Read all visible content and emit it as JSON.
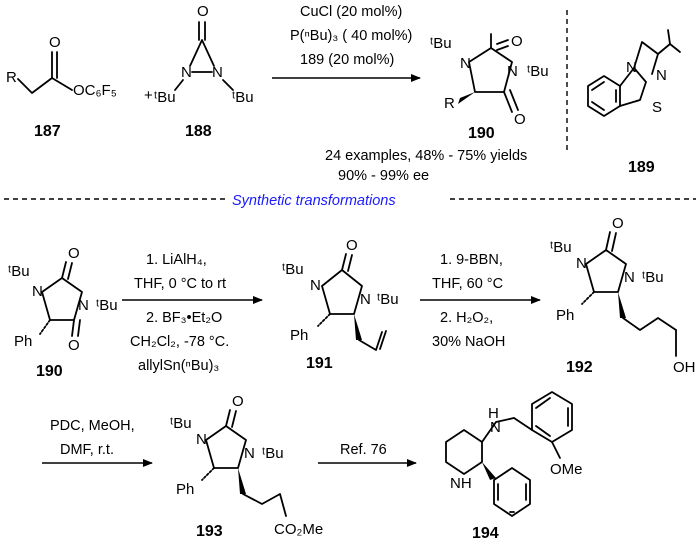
{
  "compounds": {
    "c187": {
      "label": "187",
      "r": "R",
      "ester": "OC₆F₅",
      "o": "O"
    },
    "c188": {
      "label": "188",
      "o": "O",
      "n1": "N",
      "n2": "N",
      "tbu": "ᵗBu"
    },
    "c190_top": {
      "label": "190",
      "r": "R",
      "n1": "N",
      "n2": "N",
      "tbu": "ᵗBu",
      "o": "O"
    },
    "c189": {
      "label": "189",
      "n": "N",
      "s": "S"
    },
    "c190_left": {
      "label": "190",
      "ph": "Ph",
      "n": "N",
      "tbu": "ᵗBu",
      "o": "O"
    },
    "c191": {
      "label": "191",
      "ph": "Ph",
      "n": "N",
      "tbu": "ᵗBu",
      "o": "O"
    },
    "c192": {
      "label": "192",
      "ph": "Ph",
      "n": "N",
      "tbu": "ᵗBu",
      "o": "O",
      "oh": "OH"
    },
    "c193": {
      "label": "193",
      "ph": "Ph",
      "n": "N",
      "tbu": "ᵗBu",
      "o": "O",
      "ester": "CO₂Me"
    },
    "c194": {
      "label": "194",
      "nh": "H",
      "n": "N",
      "ring_nh": "NH",
      "ome": "OMe"
    }
  },
  "reaction1": {
    "plus": "+",
    "conditions": [
      "CuCl (20 mol%)",
      "P(ⁿBu)₃ ( 40 mol%)",
      "189 (20 mol%)"
    ],
    "scope": "24 examples, 48% - 75% yields",
    "ee": "90% - 99% ee"
  },
  "section_title": "Synthetic transformations",
  "step1": {
    "above": [
      "1. LiAlH₄,",
      "THF, 0 °C to rt"
    ],
    "below": [
      "2. BF₃•Et₂O",
      "CH₂Cl₂, -78 °C.",
      "allylSn(ⁿBu)₃"
    ]
  },
  "step2": {
    "above": [
      "1. 9-BBN,",
      "THF, 60 °C"
    ],
    "below": [
      "2. H₂O₂,",
      "30% NaOH"
    ]
  },
  "step3": {
    "above": [
      "PDC, MeOH,",
      "DMF, r.t."
    ],
    "below": []
  },
  "step4": {
    "above": [
      "Ref. 76"
    ],
    "below": []
  }
}
